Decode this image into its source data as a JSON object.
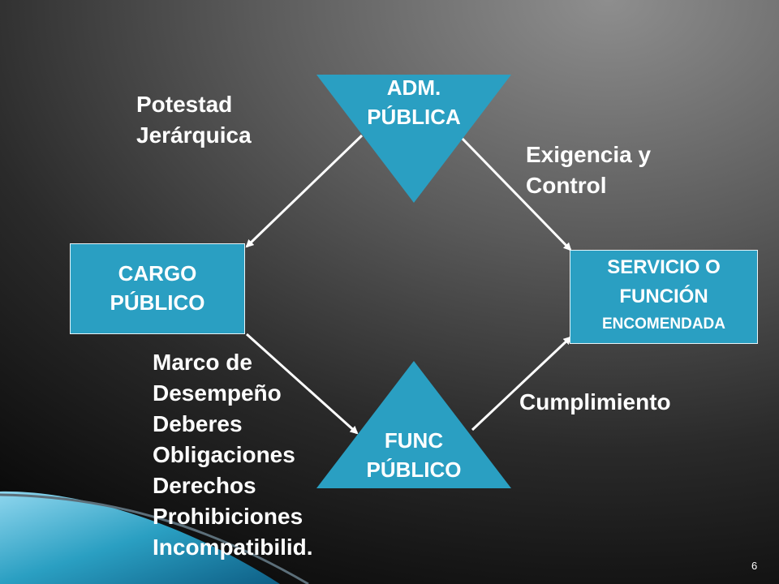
{
  "diagram": {
    "nodes": {
      "adm": {
        "line1": "ADM.",
        "line2": "PÚBLICA"
      },
      "cargo": {
        "line1": "CARGO",
        "line2": "PÚBLICO"
      },
      "servicio": {
        "line1": "SERVICIO O",
        "line2": "FUNCIÓN",
        "line3": "ENCOMENDADA"
      },
      "func": {
        "line1": "FUNC",
        "line2": "PÚBLICO"
      }
    },
    "edge_labels": {
      "potestad": {
        "line1": "Potestad",
        "line2": "Jerárquica"
      },
      "exigencia": {
        "line1": "Exigencia y",
        "line2": "Control"
      },
      "cumplimiento": "Cumplimiento",
      "marco": [
        "Marco de",
        "Desempeño",
        "Deberes",
        "Obligaciones",
        "Derechos",
        "Prohibiciones",
        "Incompatibilid."
      ]
    },
    "edges": [
      {
        "from": "adm",
        "to": "cargo"
      },
      {
        "from": "adm",
        "to": "servicio"
      },
      {
        "from": "cargo",
        "to": "func"
      },
      {
        "from": "func",
        "to": "servicio"
      }
    ],
    "colors": {
      "node_fill": "#2a9fc2",
      "text": "#ffffff",
      "arrow": "#ffffff"
    }
  },
  "page_number": "6"
}
